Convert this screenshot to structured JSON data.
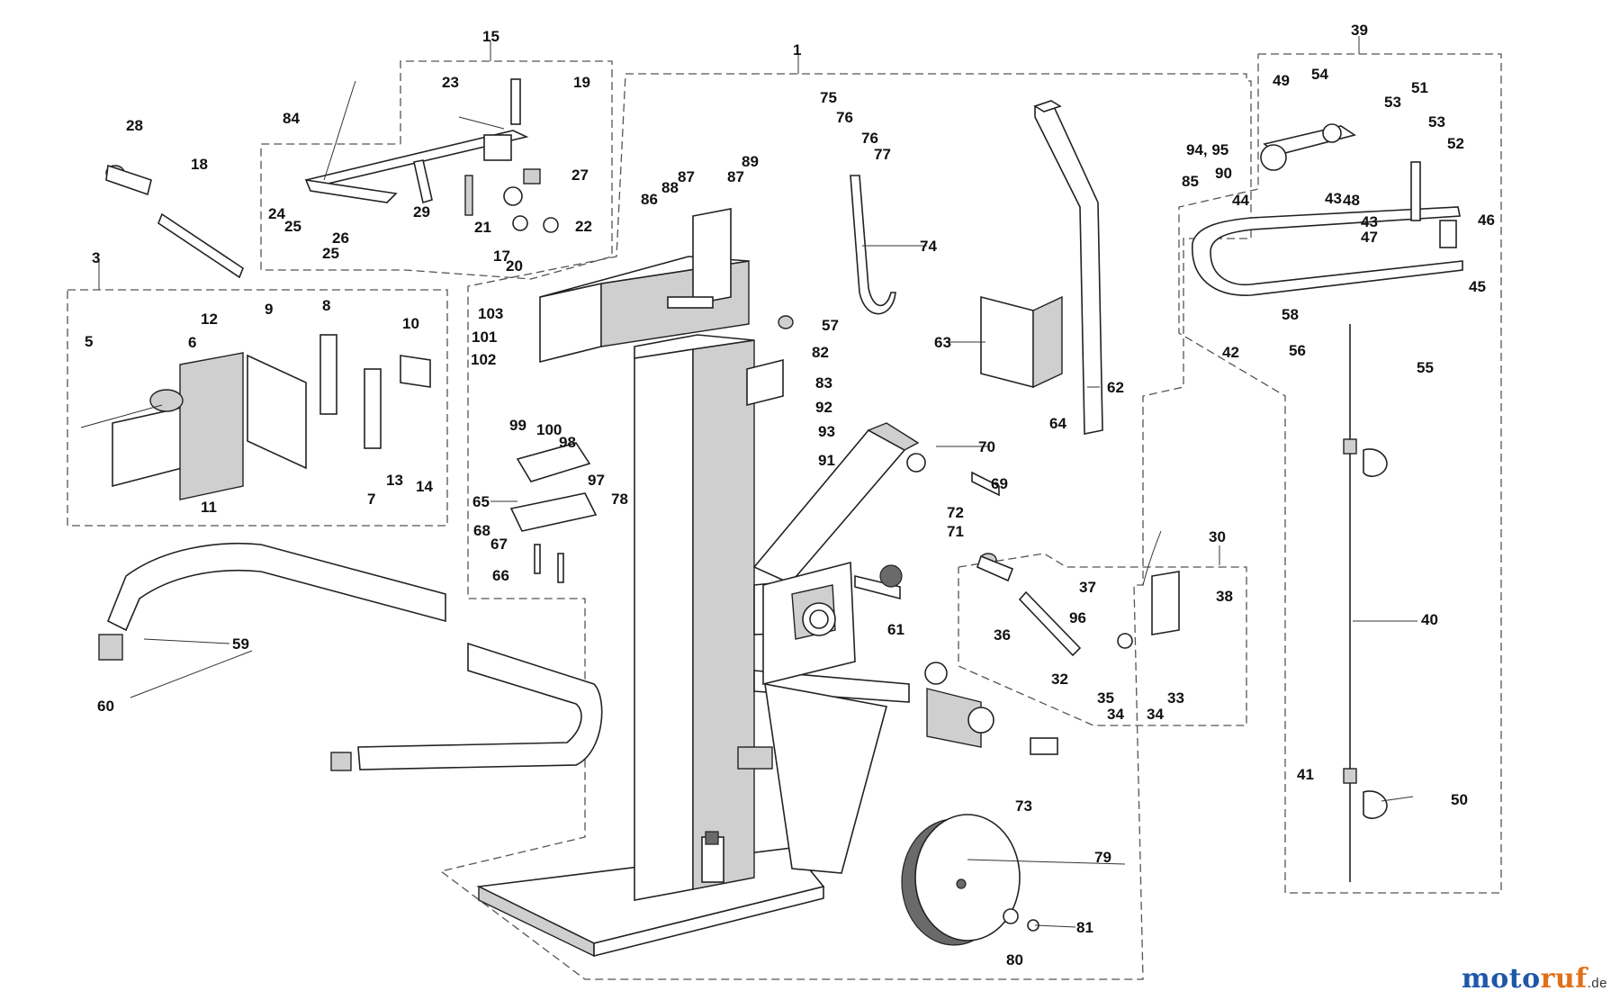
{
  "diagram": {
    "callouts": [
      "1",
      "3",
      "5",
      "6",
      "7",
      "8",
      "9",
      "10",
      "11",
      "12",
      "13",
      "14",
      "15",
      "17",
      "18",
      "19",
      "20",
      "21",
      "22",
      "23",
      "24",
      "25",
      "25",
      "26",
      "27",
      "28",
      "29",
      "30",
      "32",
      "33",
      "34",
      "34",
      "35",
      "36",
      "37",
      "38",
      "39",
      "40",
      "41",
      "42",
      "43",
      "43",
      "44",
      "45",
      "46",
      "47",
      "48",
      "49",
      "50",
      "51",
      "52",
      "53",
      "53",
      "54",
      "55",
      "56",
      "57",
      "58",
      "59",
      "60",
      "61",
      "62",
      "63",
      "64",
      "65",
      "66",
      "67",
      "68",
      "69",
      "70",
      "71",
      "72",
      "73",
      "74",
      "75",
      "76",
      "76",
      "77",
      "78",
      "79",
      "80",
      "81",
      "82",
      "83",
      "84",
      "85",
      "86",
      "87",
      "87",
      "88",
      "89",
      "90",
      "91",
      "92",
      "93",
      "94, 95",
      "96",
      "97",
      "98",
      "99",
      "100",
      "101",
      "102",
      "103"
    ]
  },
  "logo": {
    "brand_a": "moto",
    "brand_b": "ruf",
    "tld": ".de"
  }
}
